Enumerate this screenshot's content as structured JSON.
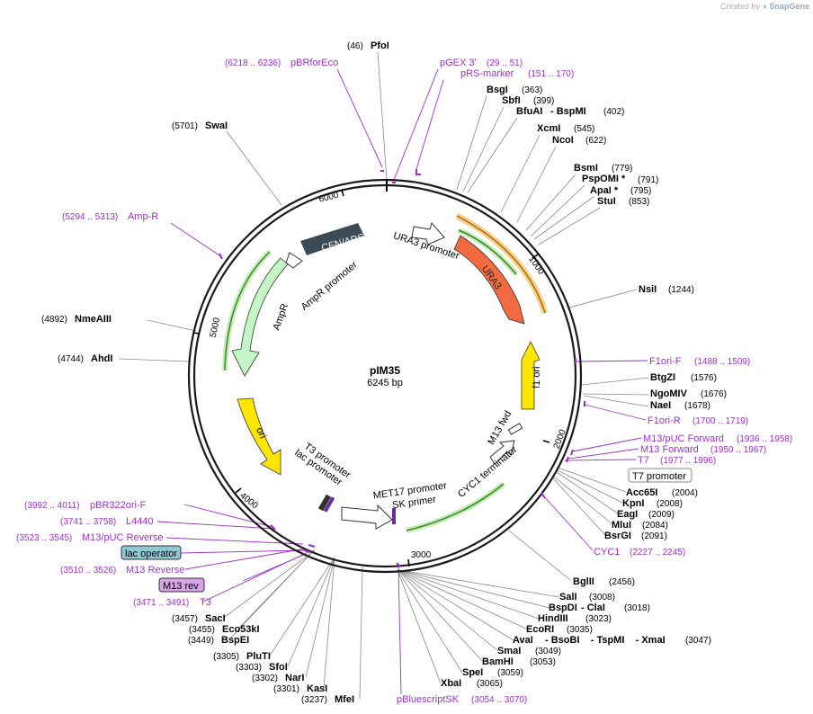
{
  "credit": {
    "prefix": "Created by",
    "brand": "SnapGene"
  },
  "plasmid": {
    "name": "pIM35",
    "size_label": "6245 bp",
    "length": 6245
  },
  "ticks": [
    "1000",
    "2000",
    "3000",
    "4000",
    "5000",
    "6000"
  ],
  "colors": {
    "backbone": "#1a1a1a",
    "primer": "#9b30c8",
    "ura3": "#f26b40",
    "f1ori": "#ffe600",
    "ori": "#ffe600",
    "ampr": "#c4f5c4",
    "cenars": "#3c4a55",
    "orf_green": "#3a9a2a",
    "orf_orange": "#f5a623"
  },
  "features": [
    {
      "id": "cenars",
      "label": "CEN/ARS"
    },
    {
      "id": "ura3prom",
      "label": "URA3 promoter"
    },
    {
      "id": "ura3",
      "label": "URA3"
    },
    {
      "id": "ampr",
      "label": "AmpR"
    },
    {
      "id": "amprprom",
      "label": "AmpR promoter"
    },
    {
      "id": "f1ori",
      "label": "f1 ori"
    },
    {
      "id": "ori",
      "label": "ori"
    },
    {
      "id": "m13fwd",
      "label": "M13 fwd"
    },
    {
      "id": "cyc1term",
      "label": "CYC1 terminator"
    },
    {
      "id": "met17prom",
      "label": "MET17 promoter"
    },
    {
      "id": "skprimer",
      "label": "SK primer"
    },
    {
      "id": "t3prom",
      "label": "T3 promoter"
    },
    {
      "id": "lacprom",
      "label": "lac promoter"
    }
  ],
  "sites_right": [
    {
      "name": "BsgI",
      "pos": "(363)"
    },
    {
      "name": "SbfI",
      "pos": "(399)"
    },
    {
      "name": "BfuAI",
      "pos": "(402)",
      "extra": "- BspMI"
    },
    {
      "name": "XcmI",
      "pos": "(545)"
    },
    {
      "name": "NcoI",
      "pos": "(622)"
    },
    {
      "name": "BsmI",
      "pos": "(779)"
    },
    {
      "name": "PspOMI *",
      "pos": "(791)"
    },
    {
      "name": "ApaI *",
      "pos": "(795)"
    },
    {
      "name": "StuI",
      "pos": "(853)"
    },
    {
      "name": "NsiI",
      "pos": "(1244)"
    },
    {
      "name": "BtgZI",
      "pos": "(1576)"
    },
    {
      "name": "NgoMIV",
      "pos": "(1676)"
    },
    {
      "name": "NaeI",
      "pos": "(1678)"
    },
    {
      "name": "Acc65I",
      "pos": "(2004)"
    },
    {
      "name": "KpnI",
      "pos": "(2008)"
    },
    {
      "name": "EagI",
      "pos": "(2009)"
    },
    {
      "name": "MluI",
      "pos": "(2084)"
    },
    {
      "name": "BsrGI",
      "pos": "(2091)"
    },
    {
      "name": "BglII",
      "pos": "(2456)"
    },
    {
      "name": "SalI",
      "pos": "(3008)"
    },
    {
      "name": "BspDI",
      "pos": "(3018)",
      "extra": "- ClaI"
    },
    {
      "name": "HindIII",
      "pos": "(3023)"
    },
    {
      "name": "EcoRI",
      "pos": "(3035)"
    },
    {
      "name": "AvaI",
      "pos": "(3047)",
      "extra": "- BsoBI    - TspMI    - XmaI"
    },
    {
      "name": "SmaI",
      "pos": "(3049)"
    },
    {
      "name": "BamHI",
      "pos": "(3053)"
    },
    {
      "name": "SpeI",
      "pos": "(3059)"
    },
    {
      "name": "XbaI",
      "pos": "(3065)"
    }
  ],
  "sites_left": [
    {
      "name": "PfoI",
      "pos": "(46)"
    },
    {
      "name": "SwaI",
      "pos": "(5701)"
    },
    {
      "name": "NmeAIII",
      "pos": "(4892)"
    },
    {
      "name": "AhdI",
      "pos": "(4744)"
    },
    {
      "name": "SacI",
      "pos": "(3457)"
    },
    {
      "name": "Eco53kI",
      "pos": "(3455)"
    },
    {
      "name": "BspEI",
      "pos": "(3449)"
    },
    {
      "name": "PluTI",
      "pos": "(3305)"
    },
    {
      "name": "SfoI",
      "pos": "(3303)"
    },
    {
      "name": "NarI",
      "pos": "(3302)"
    },
    {
      "name": "KasI",
      "pos": "(3301)"
    },
    {
      "name": "MfeI",
      "pos": "(3237)"
    }
  ],
  "primers": [
    {
      "name": "pBRforEco",
      "pos": "(6218 .. 6236)"
    },
    {
      "name": "pGEX 3'",
      "pos": "(29 .. 51)"
    },
    {
      "name": "pRS-marker",
      "pos": "(151 .. 170)"
    },
    {
      "name": "Amp-R",
      "pos": "(5294 .. 5313)"
    },
    {
      "name": "F1ori-F",
      "pos": "(1488 .. 1509)"
    },
    {
      "name": "F1ori-R",
      "pos": "(1700 .. 1719)"
    },
    {
      "name": "M13/pUC Forward",
      "pos": "(1936 .. 1958)"
    },
    {
      "name": "M13 Forward",
      "pos": "(1950 .. 1967)"
    },
    {
      "name": "T7",
      "pos": "(1977 .. 1996)"
    },
    {
      "name": "CYC1",
      "pos": "(2227 .. 2245)"
    },
    {
      "name": "pBluescriptSK",
      "pos": "(3054 .. 3070)"
    },
    {
      "name": "pBR322ori-F",
      "pos": "(3992 .. 4011)"
    },
    {
      "name": "L4440",
      "pos": "(3741 .. 3758)"
    },
    {
      "name": "M13/pUC Reverse",
      "pos": "(3523 .. 3545)"
    },
    {
      "name": "M13 Reverse",
      "pos": "(3510 .. 3526)"
    },
    {
      "name": "T3",
      "pos": "(3471 .. 3491)"
    }
  ],
  "boxed": [
    {
      "id": "t7prom",
      "label": "T7 promoter"
    },
    {
      "id": "lacop",
      "label": "lac operator"
    },
    {
      "id": "m13rev",
      "label": "M13 rev"
    }
  ]
}
